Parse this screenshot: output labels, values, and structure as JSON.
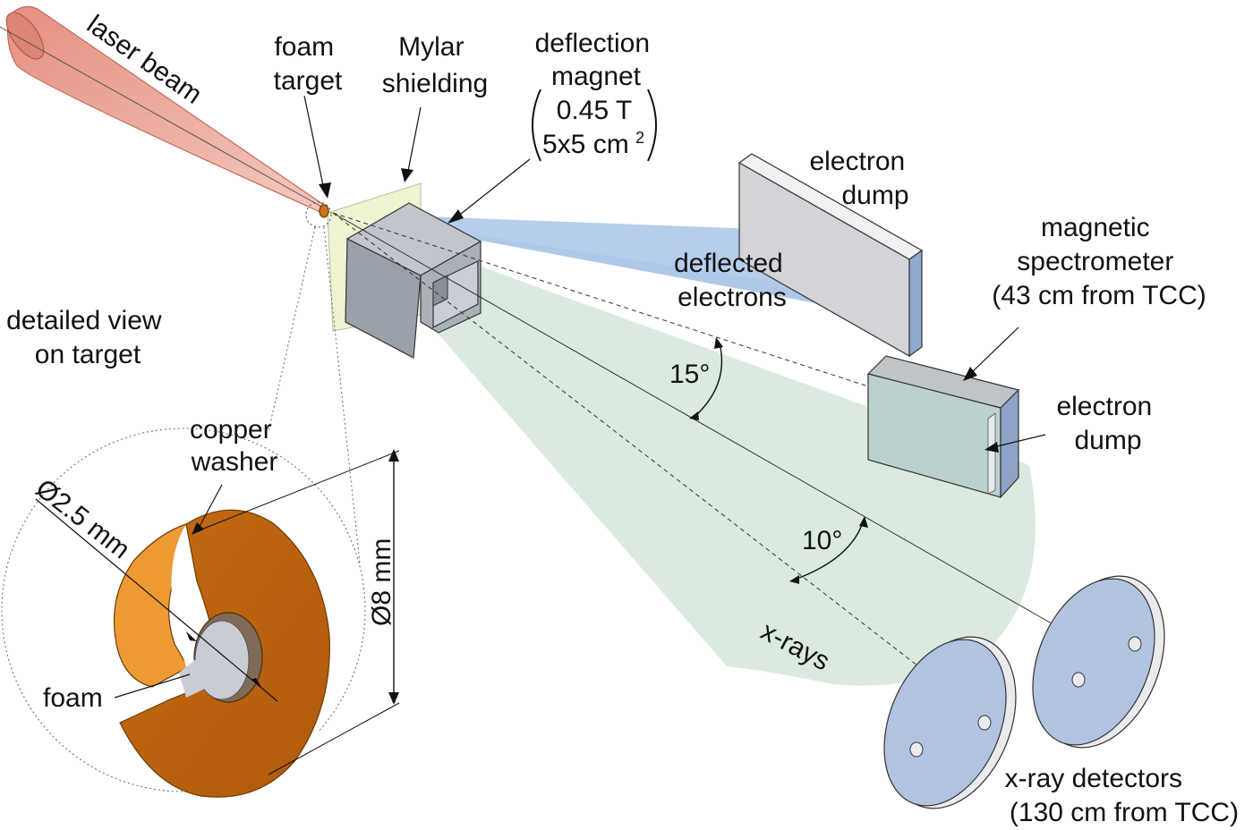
{
  "labels": {
    "laser_beam": "laser beam",
    "foam_target": [
      "foam",
      "target"
    ],
    "mylar_shielding": [
      "Mylar",
      "shielding"
    ],
    "deflection_magnet": [
      "deflection",
      "magnet"
    ],
    "magnet_field": "0.45 T",
    "magnet_size": "5x5 cm",
    "magnet_size_sup": "2",
    "electron_dump_top": [
      "electron",
      "dump"
    ],
    "magnetic_spectrometer": [
      "magnetic",
      "spectrometer",
      "(43 cm from TCC)"
    ],
    "deflected_electrons": [
      "deflected",
      "electrons"
    ],
    "angle_15": "15°",
    "angle_10": "10°",
    "electron_dump_right": [
      "electron",
      "dump"
    ],
    "x_rays": "x-rays",
    "xray_detectors": [
      "x-ray detectors",
      "(130 cm from TCC)"
    ],
    "detailed_view": [
      "detailed view",
      "on target"
    ],
    "copper_washer": [
      "copper",
      "washer"
    ],
    "hole_diameter": "Ø2.5 mm",
    "washer_diameter": "Ø8 mm",
    "foam": "foam"
  },
  "colors": {
    "laser": "#e79a8a",
    "electrons_beam": "#8fb2e2",
    "xray_cone": "#cfe3d4",
    "copper": "#d97a1e",
    "copper_edge": "#ee9a33",
    "magnet": "#9aa3ad",
    "detector": "#b3c3e2",
    "dump_plate": "#d4d6da"
  }
}
